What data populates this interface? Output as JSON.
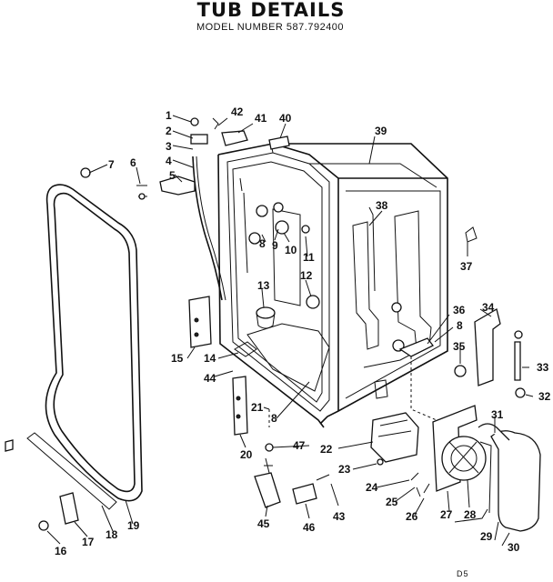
{
  "header": {
    "title": "TUB DETAILS",
    "model_line": "MODEL NUMBER 587.792400"
  },
  "footer": {
    "page_code": "D5"
  },
  "labels": {
    "p1": "1",
    "p2": "2",
    "p3": "3",
    "p4": "4",
    "p5": "5",
    "p6": "6",
    "p7": "7",
    "p8a": "8",
    "p8b": "8",
    "p8c": "8",
    "p9": "9",
    "p10": "10",
    "p11": "11",
    "p12": "12",
    "p13": "13",
    "p14": "14",
    "p15": "15",
    "p16": "16",
    "p17": "17",
    "p18": "18",
    "p19": "19",
    "p20": "20",
    "p21": "21",
    "p22": "22",
    "p23": "23",
    "p24": "24",
    "p25": "25",
    "p26": "26",
    "p27": "27",
    "p28": "28",
    "p29": "29",
    "p30": "30",
    "p31": "31",
    "p32": "32",
    "p33": "33",
    "p34": "34",
    "p35": "35",
    "p36": "36",
    "p37": "37",
    "p38": "38",
    "p39": "39",
    "p40": "40",
    "p41": "41",
    "p42": "42",
    "p43": "43",
    "p44": "44",
    "p45": "45",
    "p46": "46",
    "p47": "47"
  }
}
